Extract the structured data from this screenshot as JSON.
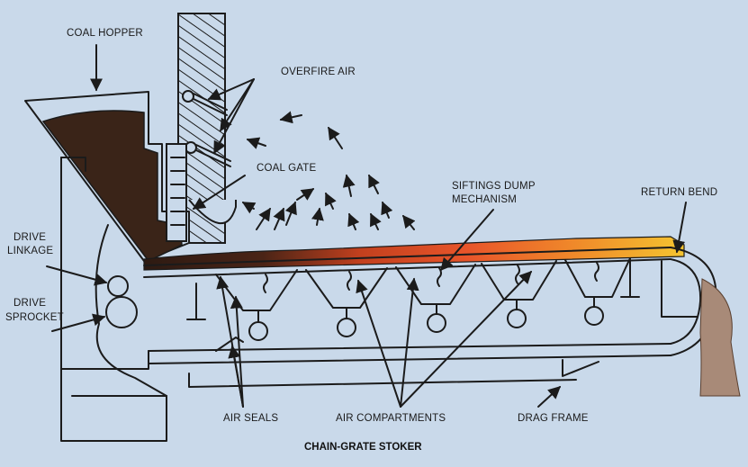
{
  "title": "CHAIN-GRATE STOKER",
  "labels": {
    "coal_hopper": "COAL HOPPER",
    "overfire_air": "OVERFIRE AIR",
    "coal_gate": "COAL GATE",
    "siftings_dump_1": "SIFTINGS DUMP",
    "siftings_dump_2": "MECHANISM",
    "return_bend": "RETURN BEND",
    "drive_linkage_1": "DRIVE",
    "drive_linkage_2": "LINKAGE",
    "drive_sprocket_1": "DRIVE",
    "drive_sprocket_2": "SPROCKET",
    "air_seals": "AIR SEALS",
    "air_compartments": "AIR COMPARTMENTS",
    "drag_frame": "DRAG FRAME"
  },
  "colors": {
    "background": "#c9d9ea",
    "coal": "#3a2418",
    "fire_hot": "#e8552a",
    "fire_glow": "#f4c430",
    "ash": "#a88a78",
    "ink": "#1b1b1b"
  }
}
